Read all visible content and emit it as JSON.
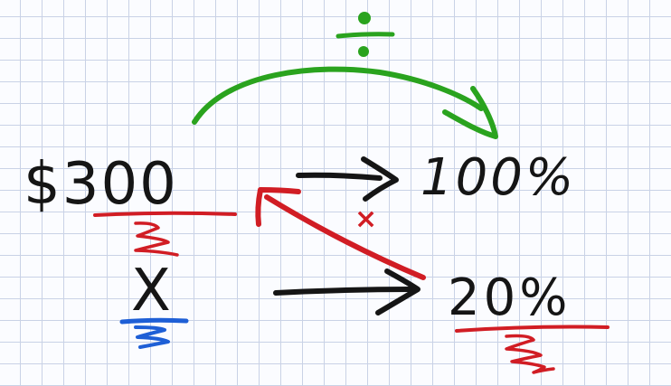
{
  "diagram": {
    "top_left_value": "$300",
    "top_right_value": "100%",
    "bottom_left_value": "X",
    "bottom_right_value": "20%",
    "divide_symbol": "÷",
    "multiply_symbol": "×"
  },
  "colors": {
    "ink": "#151515",
    "divide_arc": "#2aa31e",
    "multiply_arrow": "#d11d24",
    "unknown_underline": "#1e5fd6",
    "grid_line": "#c9d2e6",
    "paper": "#fbfcff"
  },
  "icons": [
    "green-divide-symbol",
    "green-curved-arrow",
    "red-multiply-arrow",
    "red-underline-scribble",
    "blue-underline-scribble"
  ]
}
